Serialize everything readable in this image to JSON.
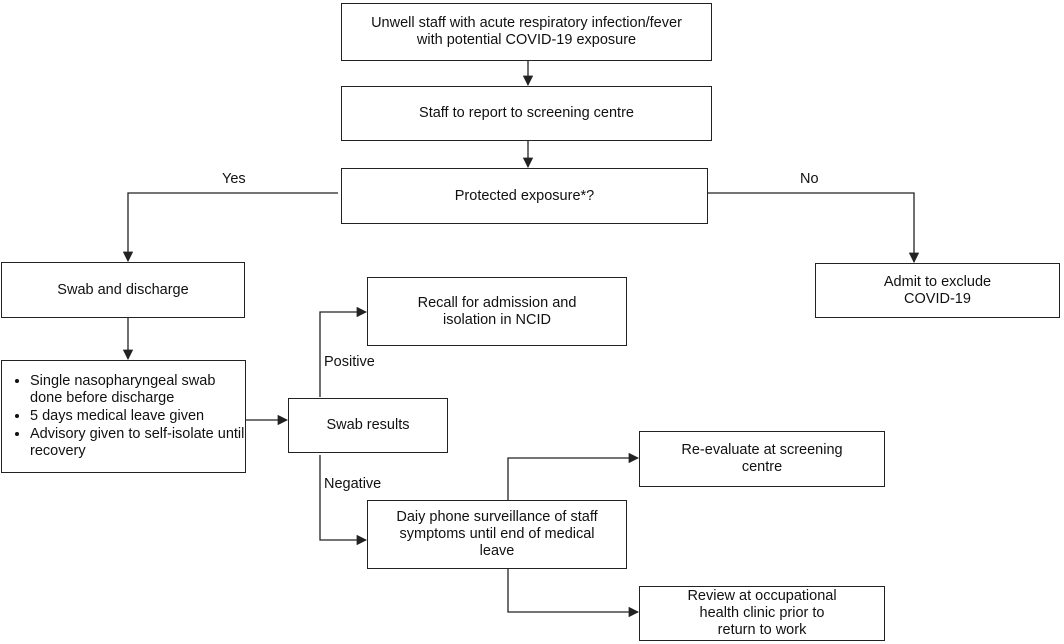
{
  "nodes": {
    "start": {
      "line1": "Unwell staff with acute respiratory infection/fever",
      "line2": "with potential COVID-19 exposure"
    },
    "report": {
      "text": "Staff to report to screening centre"
    },
    "protected": {
      "text": "Protected exposure*?"
    },
    "swab_discharge": {
      "text": "Swab and discharge"
    },
    "admit": {
      "line1": "Admit to exclude",
      "line2": "COVID-19"
    },
    "recall": {
      "line1": "Recall for admission and",
      "line2": "isolation in NCID"
    },
    "actions": {
      "items": [
        "Single nasopharyngeal swab done before discharge",
        "5 days medical leave given",
        "Advisory given to self-isolate until recovery"
      ]
    },
    "swab_results": {
      "text": "Swab results"
    },
    "reevaluate": {
      "line1": "Re-evaluate at screening",
      "line2": "centre"
    },
    "surveillance": {
      "line1": "Daiy phone surveillance of staff",
      "line2": "symptoms until end of medical",
      "line3": "leave"
    },
    "review": {
      "line1": "Review at occupational",
      "line2": "health clinic prior to",
      "line3": "return to work"
    }
  },
  "edge_labels": {
    "yes": "Yes",
    "no": "No",
    "positive": "Positive",
    "negative": "Negative"
  }
}
